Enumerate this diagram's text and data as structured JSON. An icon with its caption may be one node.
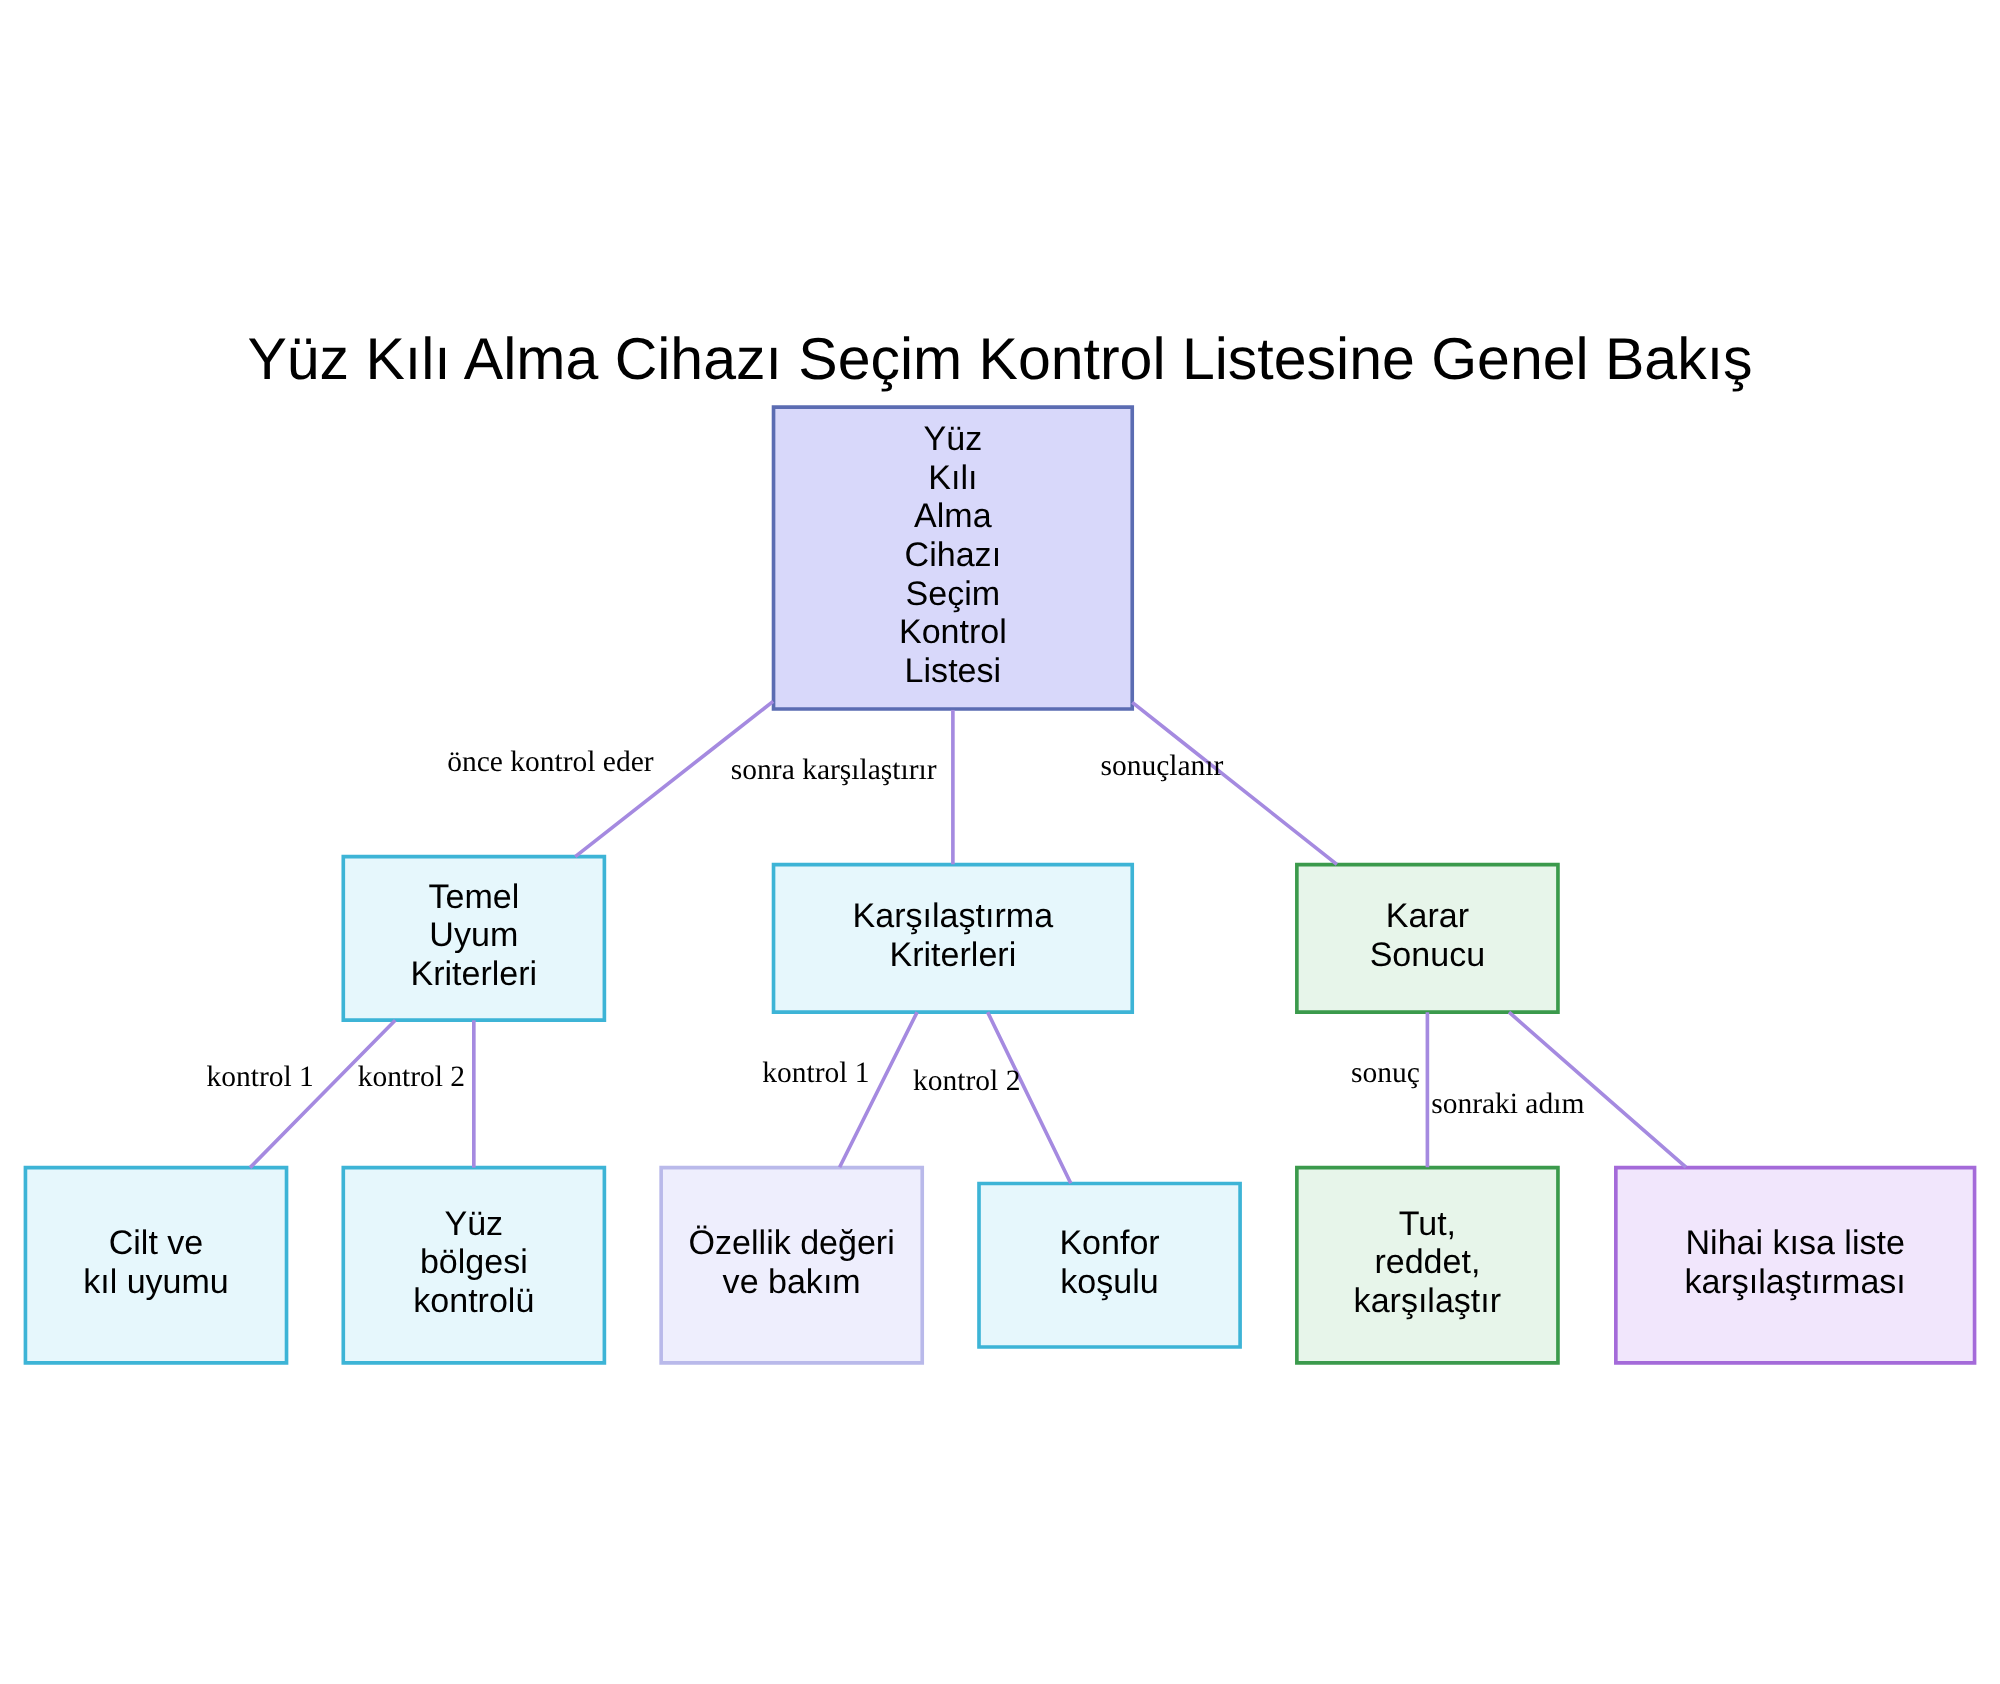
{
  "diagram": {
    "title": "Yüz Kılı Alma Cihazı Seçim Kontrol Listesine Genel Bakış",
    "nodes": [
      {
        "text": [
          "Yüz Kılı Alma Cihazı Seçim Kontrol Listesi"
        ]
      },
      {
        "text": [
          "Temel Uyum Kriterleri"
        ]
      },
      {
        "text": [
          "Karşılaştırma Kriterleri"
        ]
      },
      {
        "text": [
          "Karar Sonucu"
        ]
      },
      {
        "text": [
          "Cilt ve kıl uyumu"
        ]
      },
      {
        "text": [
          "Yüz bölgesi kontrolü"
        ]
      },
      {
        "text": [
          "Özellik değeri ve bakım"
        ]
      },
      {
        "text": [
          "Konfor koşulu"
        ]
      },
      {
        "text": [
          "Tut, reddet, karşılaştır"
        ]
      },
      {
        "text": [
          "Nihai kısa liste karşılaştırması"
        ]
      }
    ],
    "edges": [
      {
        "from": 0,
        "to": 1,
        "arrow": "none",
        "label": "önce kontrol eder"
      },
      {
        "from": 0,
        "to": 2,
        "arrow": "none",
        "label": "sonra karşılaştırır"
      },
      {
        "from": 0,
        "to": 3,
        "arrow": "none",
        "label": "sonuçlanır"
      },
      {
        "from": 1,
        "to": 4,
        "arrow": "none",
        "label": "kontrol 1"
      },
      {
        "from": 1,
        "to": 5,
        "arrow": "none",
        "label": "kontrol 2"
      },
      {
        "from": 2,
        "to": 6,
        "arrow": "none",
        "label": "kontrol 1"
      },
      {
        "from": 2,
        "to": 7,
        "arrow": "none",
        "label": "kontrol 2"
      },
      {
        "from": 3,
        "to": 8,
        "arrow": "none",
        "label": "sonuç"
      },
      {
        "from": 3,
        "to": 9,
        "arrow": "none",
        "label": "sonraki adım"
      }
    ]
  }
}
